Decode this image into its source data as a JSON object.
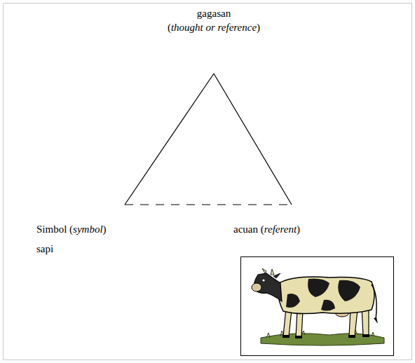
{
  "diagram": {
    "labels": [
      "gagasan",
      "(thought or reference)",
      "Simbol (symbol)",
      "sapi",
      "acuan (referent)"
    ]
  }
}
